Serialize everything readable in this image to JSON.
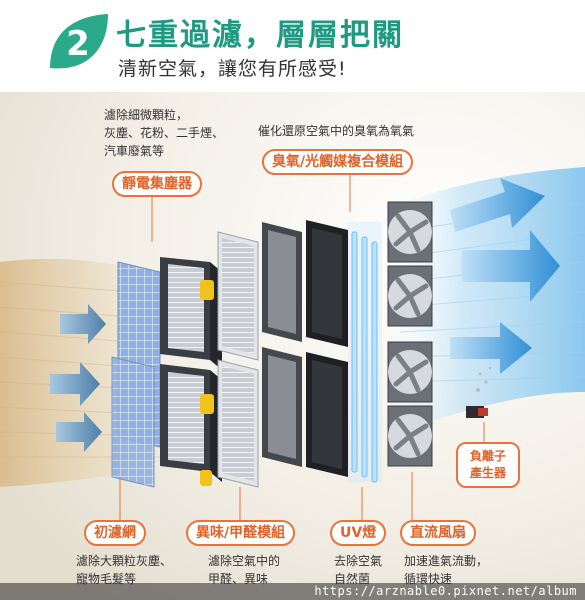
{
  "header": {
    "step_number": "2",
    "title": "七重過濾，層層把關",
    "subtitle": "清新空氣，讓您有所感受!"
  },
  "colors": {
    "brand_green": "#1f9a82",
    "label_orange": "#e0642a",
    "arrow_blue": "#4a9ed8"
  },
  "top_labels": {
    "electrostatic_desc": [
      "濾除細微顆粒，",
      "灰塵、花粉、二手煙、",
      "汽車廢氣等"
    ],
    "electrostatic_label": "靜電集塵器",
    "ozone_desc": "催化還原空氣中的臭氧為氧氣",
    "ozone_label": "臭氧/光觸媒複合模組"
  },
  "side_label": {
    "ion_label": [
      "負離子",
      "產生器"
    ]
  },
  "bottom_labels": {
    "pre_filter_label": "初濾網",
    "pre_filter_desc": [
      "濾除大顆粒灰塵、",
      "寵物毛髮等"
    ],
    "odor_label": "異味/甲醛模組",
    "odor_desc": [
      "濾除空氣中的",
      "甲醛、異味"
    ],
    "uv_label": "UV燈",
    "uv_desc": [
      "去除空氣",
      "自然菌"
    ],
    "fan_label": "直流風扇",
    "fan_desc": [
      "加速進氣流動，",
      "循環快速"
    ]
  },
  "watermark": "https://arznable0.pixnet.net/album"
}
